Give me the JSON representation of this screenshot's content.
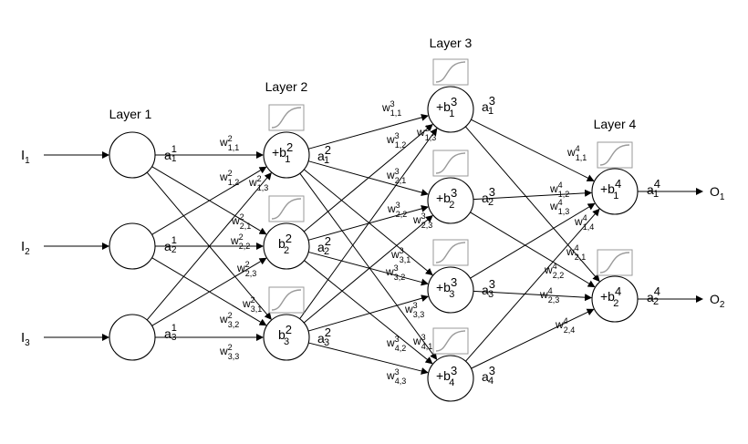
{
  "layers": [
    {
      "label": "Layer 1"
    },
    {
      "label": "Layer 2"
    },
    {
      "label": "Layer 3"
    },
    {
      "label": "Layer 4"
    }
  ],
  "inputs": [
    {
      "base": "I",
      "sub": "1"
    },
    {
      "base": "I",
      "sub": "2"
    },
    {
      "base": "I",
      "sub": "3"
    }
  ],
  "outputs": [
    {
      "base": "O",
      "sub": "1"
    },
    {
      "base": "O",
      "sub": "2"
    }
  ],
  "layer2_nodes": [
    {
      "text": "+b",
      "sup": "2",
      "sub": "1",
      "act": "a",
      "act_sup": "2",
      "act_sub": "1"
    },
    {
      "text": "b",
      "sup": "2",
      "sub": "2",
      "act": "a",
      "act_sup": "2",
      "act_sub": "2"
    },
    {
      "text": "b",
      "sup": "2",
      "sub": "3",
      "act": "a",
      "act_sup": "2",
      "act_sub": "3"
    }
  ],
  "layer3_nodes": [
    {
      "text": "+b",
      "sup": "3",
      "sub": "1",
      "act": "a",
      "act_sup": "3",
      "act_sub": "1"
    },
    {
      "text": "+b",
      "sup": "3",
      "sub": "2",
      "act": "a",
      "act_sup": "3",
      "act_sub": "2"
    },
    {
      "text": "+b",
      "sup": "3",
      "sub": "3",
      "act": "a",
      "act_sup": "3",
      "act_sub": "3"
    },
    {
      "text": "+b",
      "sup": "3",
      "sub": "4",
      "act": "a",
      "act_sup": "3",
      "act_sub": "4"
    }
  ],
  "layer4_nodes": [
    {
      "text": "+b",
      "sup": "4",
      "sub": "1",
      "act": "a",
      "act_sup": "4",
      "act_sub": "1"
    },
    {
      "text": "+b",
      "sup": "4",
      "sub": "2",
      "act": "a",
      "act_sup": "4",
      "act_sub": "2"
    }
  ],
  "layer1_activations": [
    {
      "base": "a",
      "sup": "1",
      "sub": "1"
    },
    {
      "base": "a",
      "sup": "1",
      "sub": "2"
    },
    {
      "base": "a",
      "sup": "1",
      "sub": "3"
    }
  ],
  "weights": [
    {
      "sup": "2",
      "sub": "1,1"
    },
    {
      "sup": "2",
      "sub": "1,2"
    },
    {
      "sup": "2",
      "sub": "1,3"
    },
    {
      "sup": "2",
      "sub": "2,1"
    },
    {
      "sup": "2",
      "sub": "2,2"
    },
    {
      "sup": "2",
      "sub": "2,3"
    },
    {
      "sup": "2",
      "sub": "3,1"
    },
    {
      "sup": "2",
      "sub": "3,2"
    },
    {
      "sup": "2",
      "sub": "3,3"
    },
    {
      "sup": "3",
      "sub": "1,1"
    },
    {
      "sup": "3",
      "sub": "1,2"
    },
    {
      "sup": "3",
      "sub": "1,3"
    },
    {
      "sup": "3",
      "sub": "2,1"
    },
    {
      "sup": "3",
      "sub": "2,2"
    },
    {
      "sup": "3",
      "sub": "2,3"
    },
    {
      "sup": "3",
      "sub": "3,1"
    },
    {
      "sup": "3",
      "sub": "3,2"
    },
    {
      "sup": "3",
      "sub": "3,3"
    },
    {
      "sup": "3",
      "sub": "4,1"
    },
    {
      "sup": "3",
      "sub": "4,2"
    },
    {
      "sup": "3",
      "sub": "4,3"
    },
    {
      "sup": "4",
      "sub": "1,1"
    },
    {
      "sup": "4",
      "sub": "1,2"
    },
    {
      "sup": "4",
      "sub": "1,3"
    },
    {
      "sup": "4",
      "sub": "1,4"
    },
    {
      "sup": "4",
      "sub": "2,1"
    },
    {
      "sup": "4",
      "sub": "2,2"
    },
    {
      "sup": "4",
      "sub": "2,3"
    },
    {
      "sup": "4",
      "sub": "2,4"
    }
  ],
  "weight_symbol": "w",
  "activation_icon": "sigmoid-icon"
}
